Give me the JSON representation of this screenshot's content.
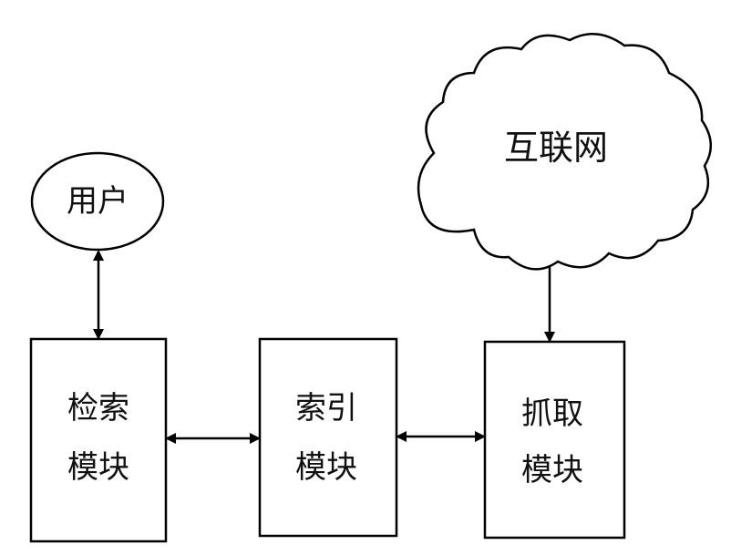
{
  "nodes": {
    "user": {
      "label": "用户"
    },
    "internet": {
      "label": "互联网"
    },
    "search_module": {
      "lines": [
        "检索",
        "模块"
      ]
    },
    "index_module": {
      "lines": [
        "索引",
        "模块"
      ]
    },
    "crawl_module": {
      "lines": [
        "抓取",
        "模块"
      ]
    }
  },
  "edges": [
    {
      "from": "user",
      "to": "search_module",
      "direction": "bidirectional"
    },
    {
      "from": "search_module",
      "to": "index_module",
      "direction": "bidirectional"
    },
    {
      "from": "index_module",
      "to": "crawl_module",
      "direction": "bidirectional"
    },
    {
      "from": "internet",
      "to": "crawl_module",
      "direction": "forward"
    }
  ]
}
